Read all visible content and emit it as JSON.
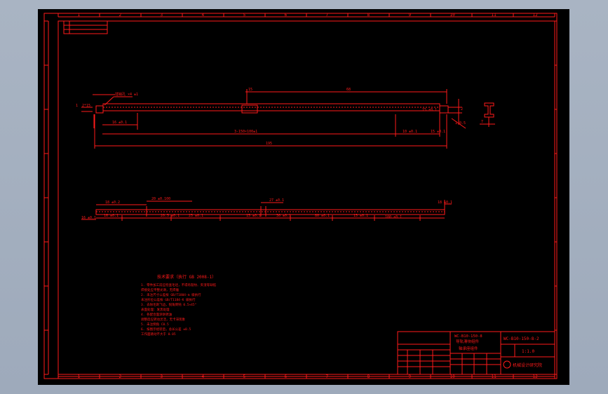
{
  "window": {
    "background": "#a4afbf",
    "canvas_color": "#000000",
    "line_color": "#ff1a1a"
  },
  "frame": {
    "columns": [
      "1",
      "2",
      "3",
      "4",
      "5",
      "6",
      "7",
      "8",
      "9",
      "10",
      "11",
      "12"
    ]
  },
  "top_view": {
    "dims": {
      "d_15": "15",
      "d_1": "1",
      "d_top_len": "68",
      "d_a": "2*15",
      "d_b": "15 ±0.1",
      "d_left": "16 ±0.1",
      "d_mid": "3-150×100±1",
      "d_right1": "10 ±0.1",
      "d_right2": "15 ±0.1",
      "d_total": "195",
      "d_side1": "2",
      "d_side2": "1-0.5",
      "d_side3": "7",
      "callout": "插销孔 ×4 ±1"
    }
  },
  "bottom_view": {
    "dims": {
      "b1": "18 ±0.2",
      "b2": "20 ±0.100",
      "b3": "16 ±0.1",
      "b4": "20.5 ±0.1",
      "b5": "25 ±0.1",
      "b6": "15 ±0.1",
      "b7": "27 ±0.1",
      "b8": "30 ±0.1",
      "b9": "80 ±0.1",
      "b10": "100 ±0.1",
      "b11": "15 ±0.1",
      "b12": "18 ±0.1",
      "b13": "16 ±0.1"
    }
  },
  "notes": {
    "title": "技术要求（执行 GB 2008-1）",
    "lines": [
      "1. 零件加工前应检查毛坯，不得有裂纹、夹渣等缺陷",
      "   焊接处应平整光滑，无焊瘤",
      "2. 未注尺寸公差按 GB/T1804-m 级执行",
      "   未注形位公差按 GB/T1184-K 级执行",
      "3. 去除毛刺飞边，锐角倒钝 0.5×45°",
      "   表面处理：发黑处理",
      "4. 各配合面涂防锈油",
      "   调整后应转动灵活，无卡滞现象",
      "5. 未注倒角 C0.5",
      "6. 按图示组装后，总长公差 ±0.5",
      "   工作面跳动不大于 0.05"
    ]
  },
  "title_block": {
    "part_no": "WC-B10-150-8",
    "drawing_no": "WC-B10-150-8-2",
    "part_name_1": "导轨滑块组件",
    "part_name_2": "轴承座组件",
    "scale": "1:1.0",
    "company": "机械设计研究院"
  }
}
